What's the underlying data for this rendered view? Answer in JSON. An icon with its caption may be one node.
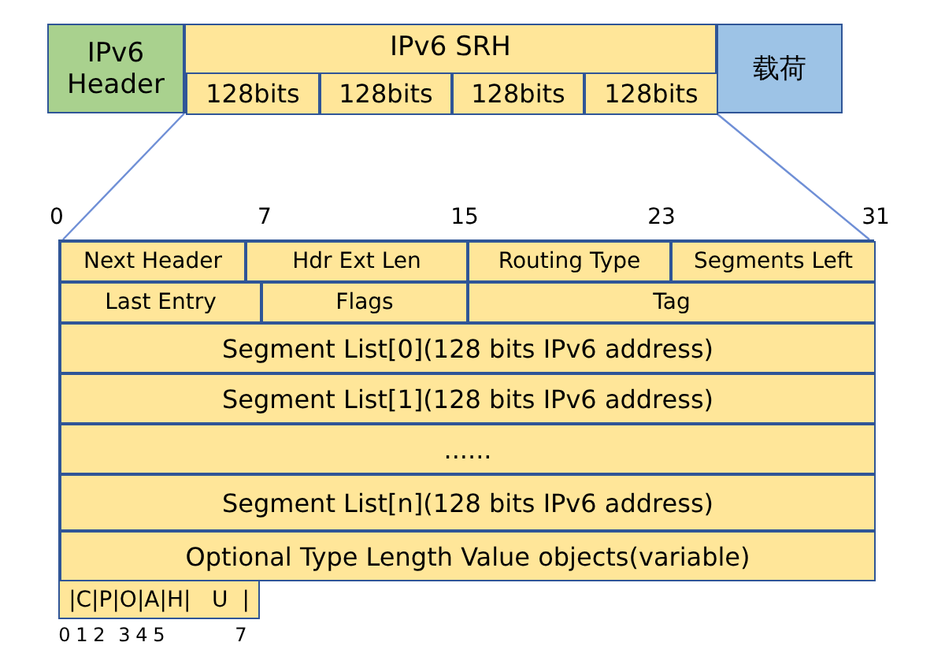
{
  "diagram": {
    "nodes": [
      {
        "text": [
          "IPv6 Header"
        ]
      },
      {
        "text": [
          "IPv6 SRH"
        ]
      },
      {
        "text": [
          "128bits"
        ],
        "in": 1
      },
      {
        "text": [
          "128bits"
        ],
        "in": 1
      },
      {
        "text": [
          "128bits"
        ],
        "in": 1
      },
      {
        "text": [
          "128bits"
        ],
        "in": 1
      },
      {
        "text": [
          "载荷"
        ]
      },
      {
        "text": [],
        "shape": "box"
      },
      {
        "text": [
          "Next Header"
        ],
        "in": 7
      },
      {
        "text": [
          "Hdr Ext Len"
        ],
        "in": 7
      },
      {
        "text": [
          "Routing Type"
        ],
        "in": 7
      },
      {
        "text": [
          "Segments Left"
        ],
        "in": 7
      },
      {
        "text": [
          "Last Entry"
        ],
        "in": 7
      },
      {
        "text": [
          "Flags"
        ],
        "in": 7
      },
      {
        "text": [
          "Tag"
        ],
        "in": 7
      },
      {
        "text": [
          "Segment List[0](128 bits IPv6 address)"
        ],
        "in": 7
      },
      {
        "text": [
          "Segment List[1](128 bits IPv6 address)"
        ],
        "in": 7
      },
      {
        "text": [
          "......"
        ],
        "in": 7
      },
      {
        "text": [
          "Segment List[n](128 bits IPv6 address)"
        ],
        "in": 7
      },
      {
        "text": [
          "Optional Type Length Value objects(variable)"
        ],
        "in": 7
      },
      {
        "text": [
          "|C|P|O|A|H|   U  |"
        ]
      }
    ],
    "edges": [
      {
        "from": 1,
        "to": 7,
        "arrow": "none"
      },
      {
        "from": 1,
        "to": 7,
        "arrow": "none"
      }
    ],
    "labels": [
      "0",
      "7",
      "15",
      "23",
      "31",
      "0",
      "1",
      "2",
      "3",
      "4",
      "5",
      "7"
    ]
  }
}
